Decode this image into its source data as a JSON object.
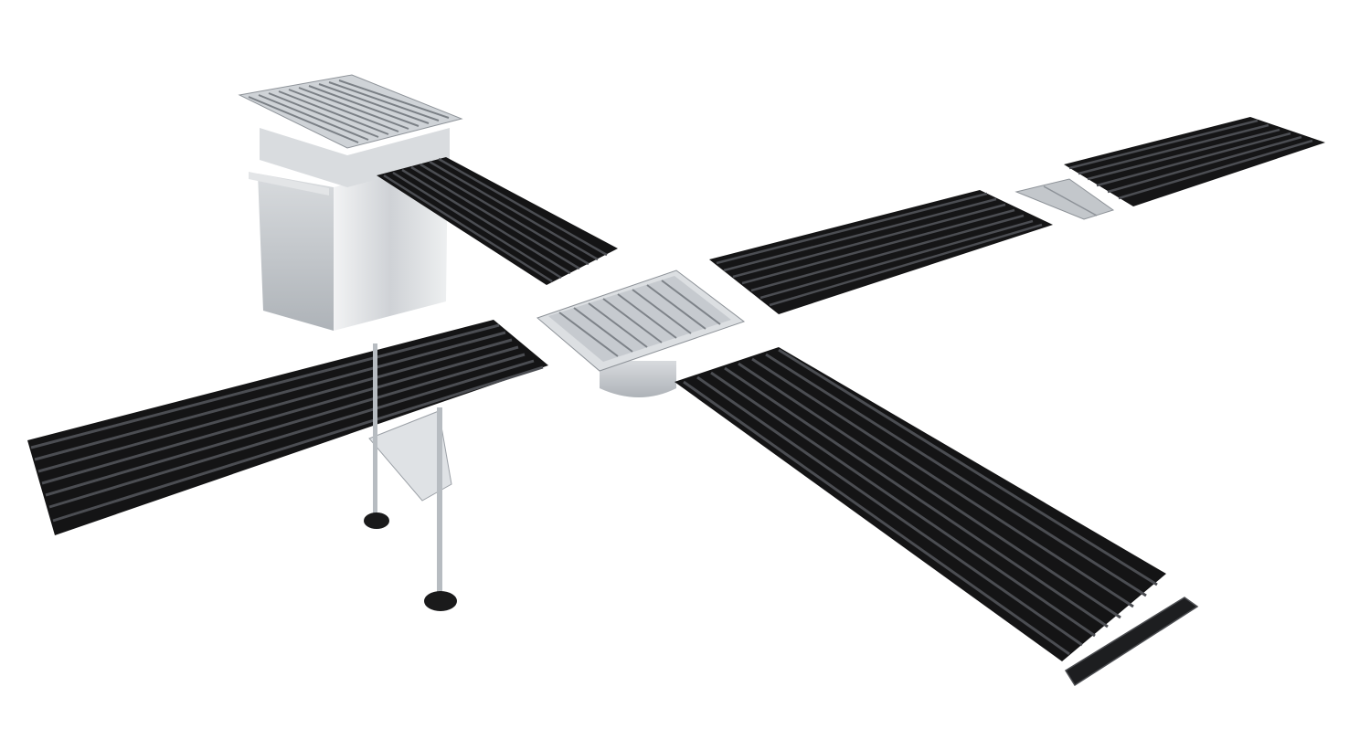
{
  "scene": {
    "background": "#ffffff",
    "colors": {
      "grate_dark": "#1b1b1c",
      "grate_mid": "#2b2c2e",
      "grate_highlight": "#5a5c60",
      "steel_light": "#e6e8ea",
      "steel_mid": "#c9ccd0",
      "steel_dark": "#9ea3a8"
    },
    "components": [
      "stainless-steel-sump-box",
      "black-grate-top-left",
      "black-grate-top-right-long",
      "black-grate-top-right-short",
      "coupling-plate",
      "stainless-steel-drain-gully",
      "black-grate-bottom-left",
      "black-grate-bottom-right",
      "end-cap",
      "height-adjustable-support-legs"
    ]
  }
}
